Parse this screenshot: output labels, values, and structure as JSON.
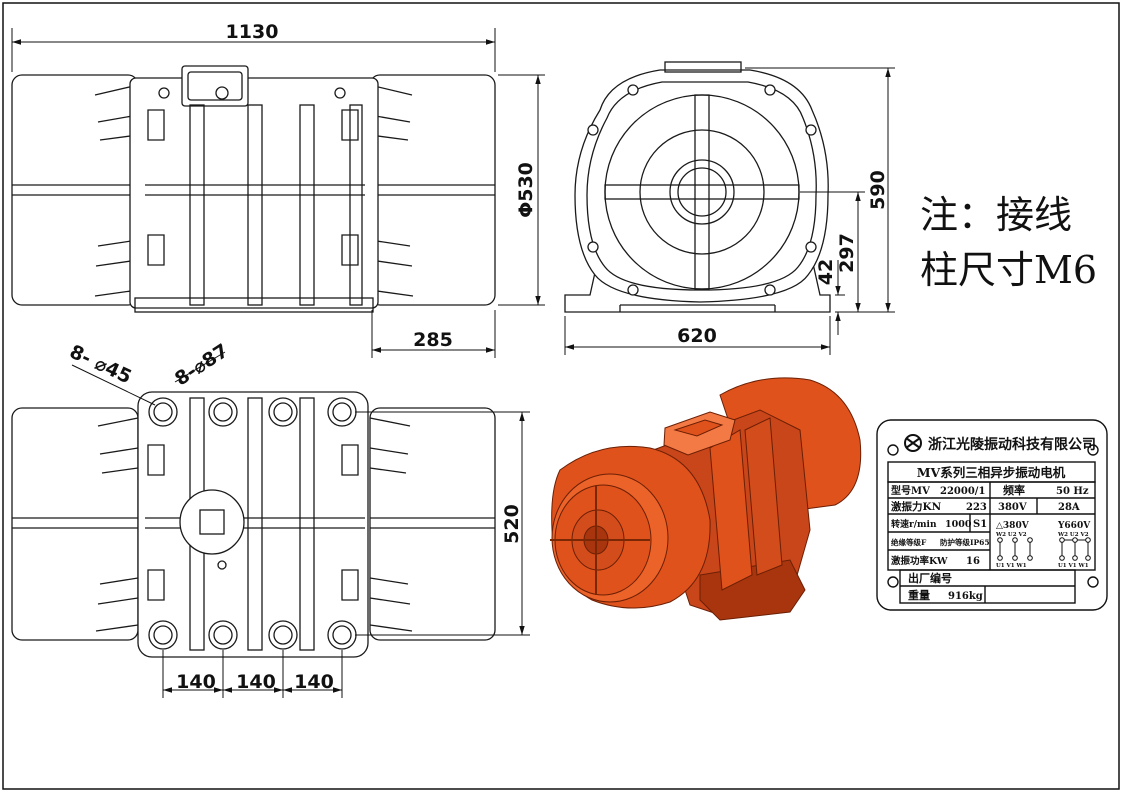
{
  "dimensions": {
    "overall_length": "1130",
    "diameter": "Φ530",
    "overhang": "285",
    "height": "590",
    "base_width": "620",
    "center_height": "297",
    "foot_height": "42",
    "bolt_span": "520",
    "hole_pitch": [
      "140",
      "140",
      "140"
    ],
    "small_holes": "8- ⌀45",
    "large_holes": "8-⌀87"
  },
  "note": {
    "line1": "注：接线",
    "line2": "柱尺寸M6"
  },
  "nameplate": {
    "company": "浙江光陵振动科技有限公司",
    "title": "MV系列三相异步振动电机",
    "model_label": "型号MV",
    "model_value": "22000/1",
    "freq_label": "频率",
    "freq_value": "50 Hz",
    "force_label": "激振力KN",
    "force_value": "223",
    "voltage": "380V",
    "current": "28A",
    "speed_label": "转速r/min",
    "speed_value": "1000",
    "duty": "S1",
    "delta_label": "△380V",
    "star_label": "Y660V",
    "insulation": "绝缘等级F",
    "protection": "防护等级IP65",
    "power_label": "激振功率KW",
    "power_value": "16",
    "terminals_top": "W2 U2 V2",
    "terminals_bottom": "U1 V1 W1",
    "serial_label": "出厂编号",
    "weight_label": "重量",
    "weight_value": "916kg"
  },
  "colors": {
    "line": "#1a1a1a",
    "motor_body": "#e0521c",
    "motor_shadow": "#a8350d",
    "motor_highlight": "#f47a45"
  }
}
